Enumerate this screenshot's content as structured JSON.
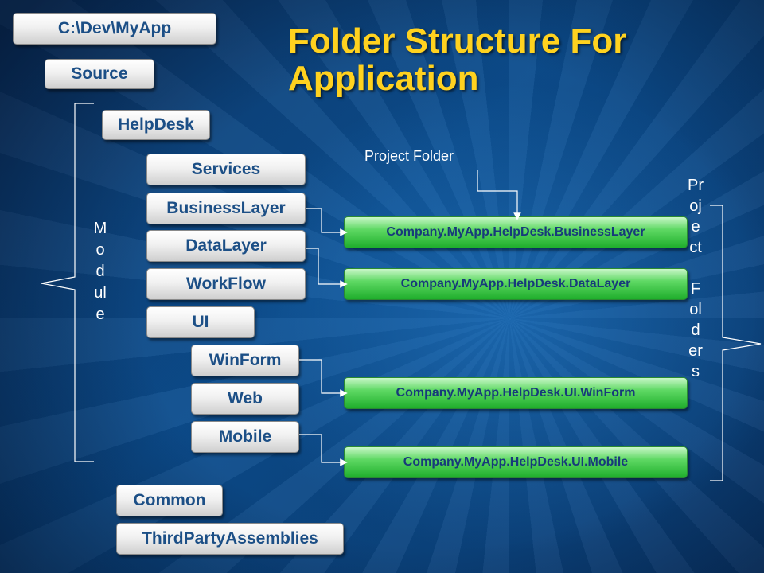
{
  "title": "Folder Structure For Application",
  "folders": {
    "root": "C:\\Dev\\MyApp",
    "source": "Source",
    "helpdesk": "HelpDesk",
    "services": "Services",
    "business_layer": "BusinessLayer",
    "data_layer": "DataLayer",
    "workflow": "WorkFlow",
    "ui": "UI",
    "winform": "WinForm",
    "web": "Web",
    "mobile": "Mobile",
    "common": "Common",
    "third_party": "ThirdPartyAssemblies"
  },
  "projects": {
    "business_layer": "Company.MyApp.HelpDesk.BusinessLayer",
    "data_layer": "Company.MyApp.HelpDesk.DataLayer",
    "ui_winform": "Company.MyApp.HelpDesk.UI.WinForm",
    "ui_mobile": "Company.MyApp.HelpDesk.UI.Mobile"
  },
  "labels": {
    "project_folder": "Project Folder",
    "module": "Module",
    "project_folders": [
      "Project",
      "Folders"
    ]
  },
  "colors": {
    "title": "#ffd21f",
    "folder_text": "#1c4f86",
    "project_fill": "#3fcf47",
    "background": "#0c4d8e"
  }
}
